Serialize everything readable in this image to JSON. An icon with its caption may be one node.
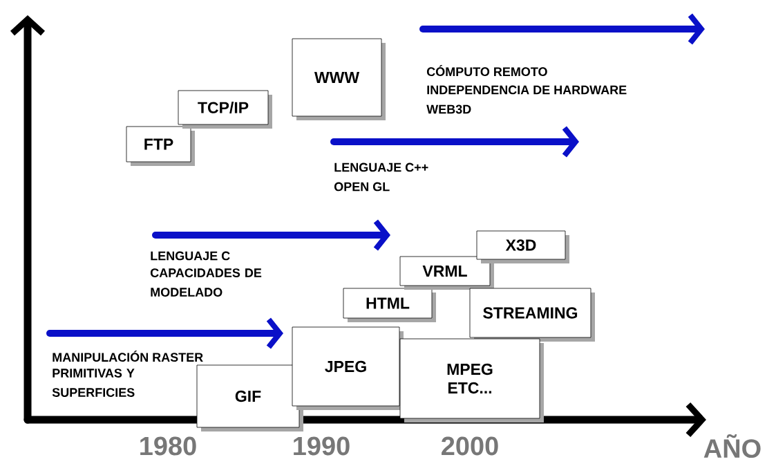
{
  "diagram": {
    "nodes": [
      {
        "text": [
          "FTP"
        ]
      },
      {
        "text": [
          "TCP/IP"
        ]
      },
      {
        "text": [
          "WWW"
        ]
      },
      {
        "text": [
          "HTML"
        ]
      },
      {
        "text": [
          "VRML"
        ]
      },
      {
        "text": [
          "X3D"
        ]
      },
      {
        "text": [
          "STREAMING"
        ]
      },
      {
        "text": [
          "GIF"
        ]
      },
      {
        "text": [
          "JPEG"
        ]
      },
      {
        "text": [
          "MPEG ETC..."
        ]
      }
    ],
    "labels": [
      "CÓMPUTO REMOTO",
      "INDEPENDENCIA DE HARDWARE",
      "WEB3D",
      "LENGUAJE C++",
      "OPEN GL",
      "LENGUAJE C",
      "CAPACIDADES DE MODELADO",
      "MANIPULACIÓN RASTER",
      "PRIMITIVAS Y SUPERFICIES",
      "1980",
      "1990",
      "2000",
      "AÑO"
    ]
  }
}
